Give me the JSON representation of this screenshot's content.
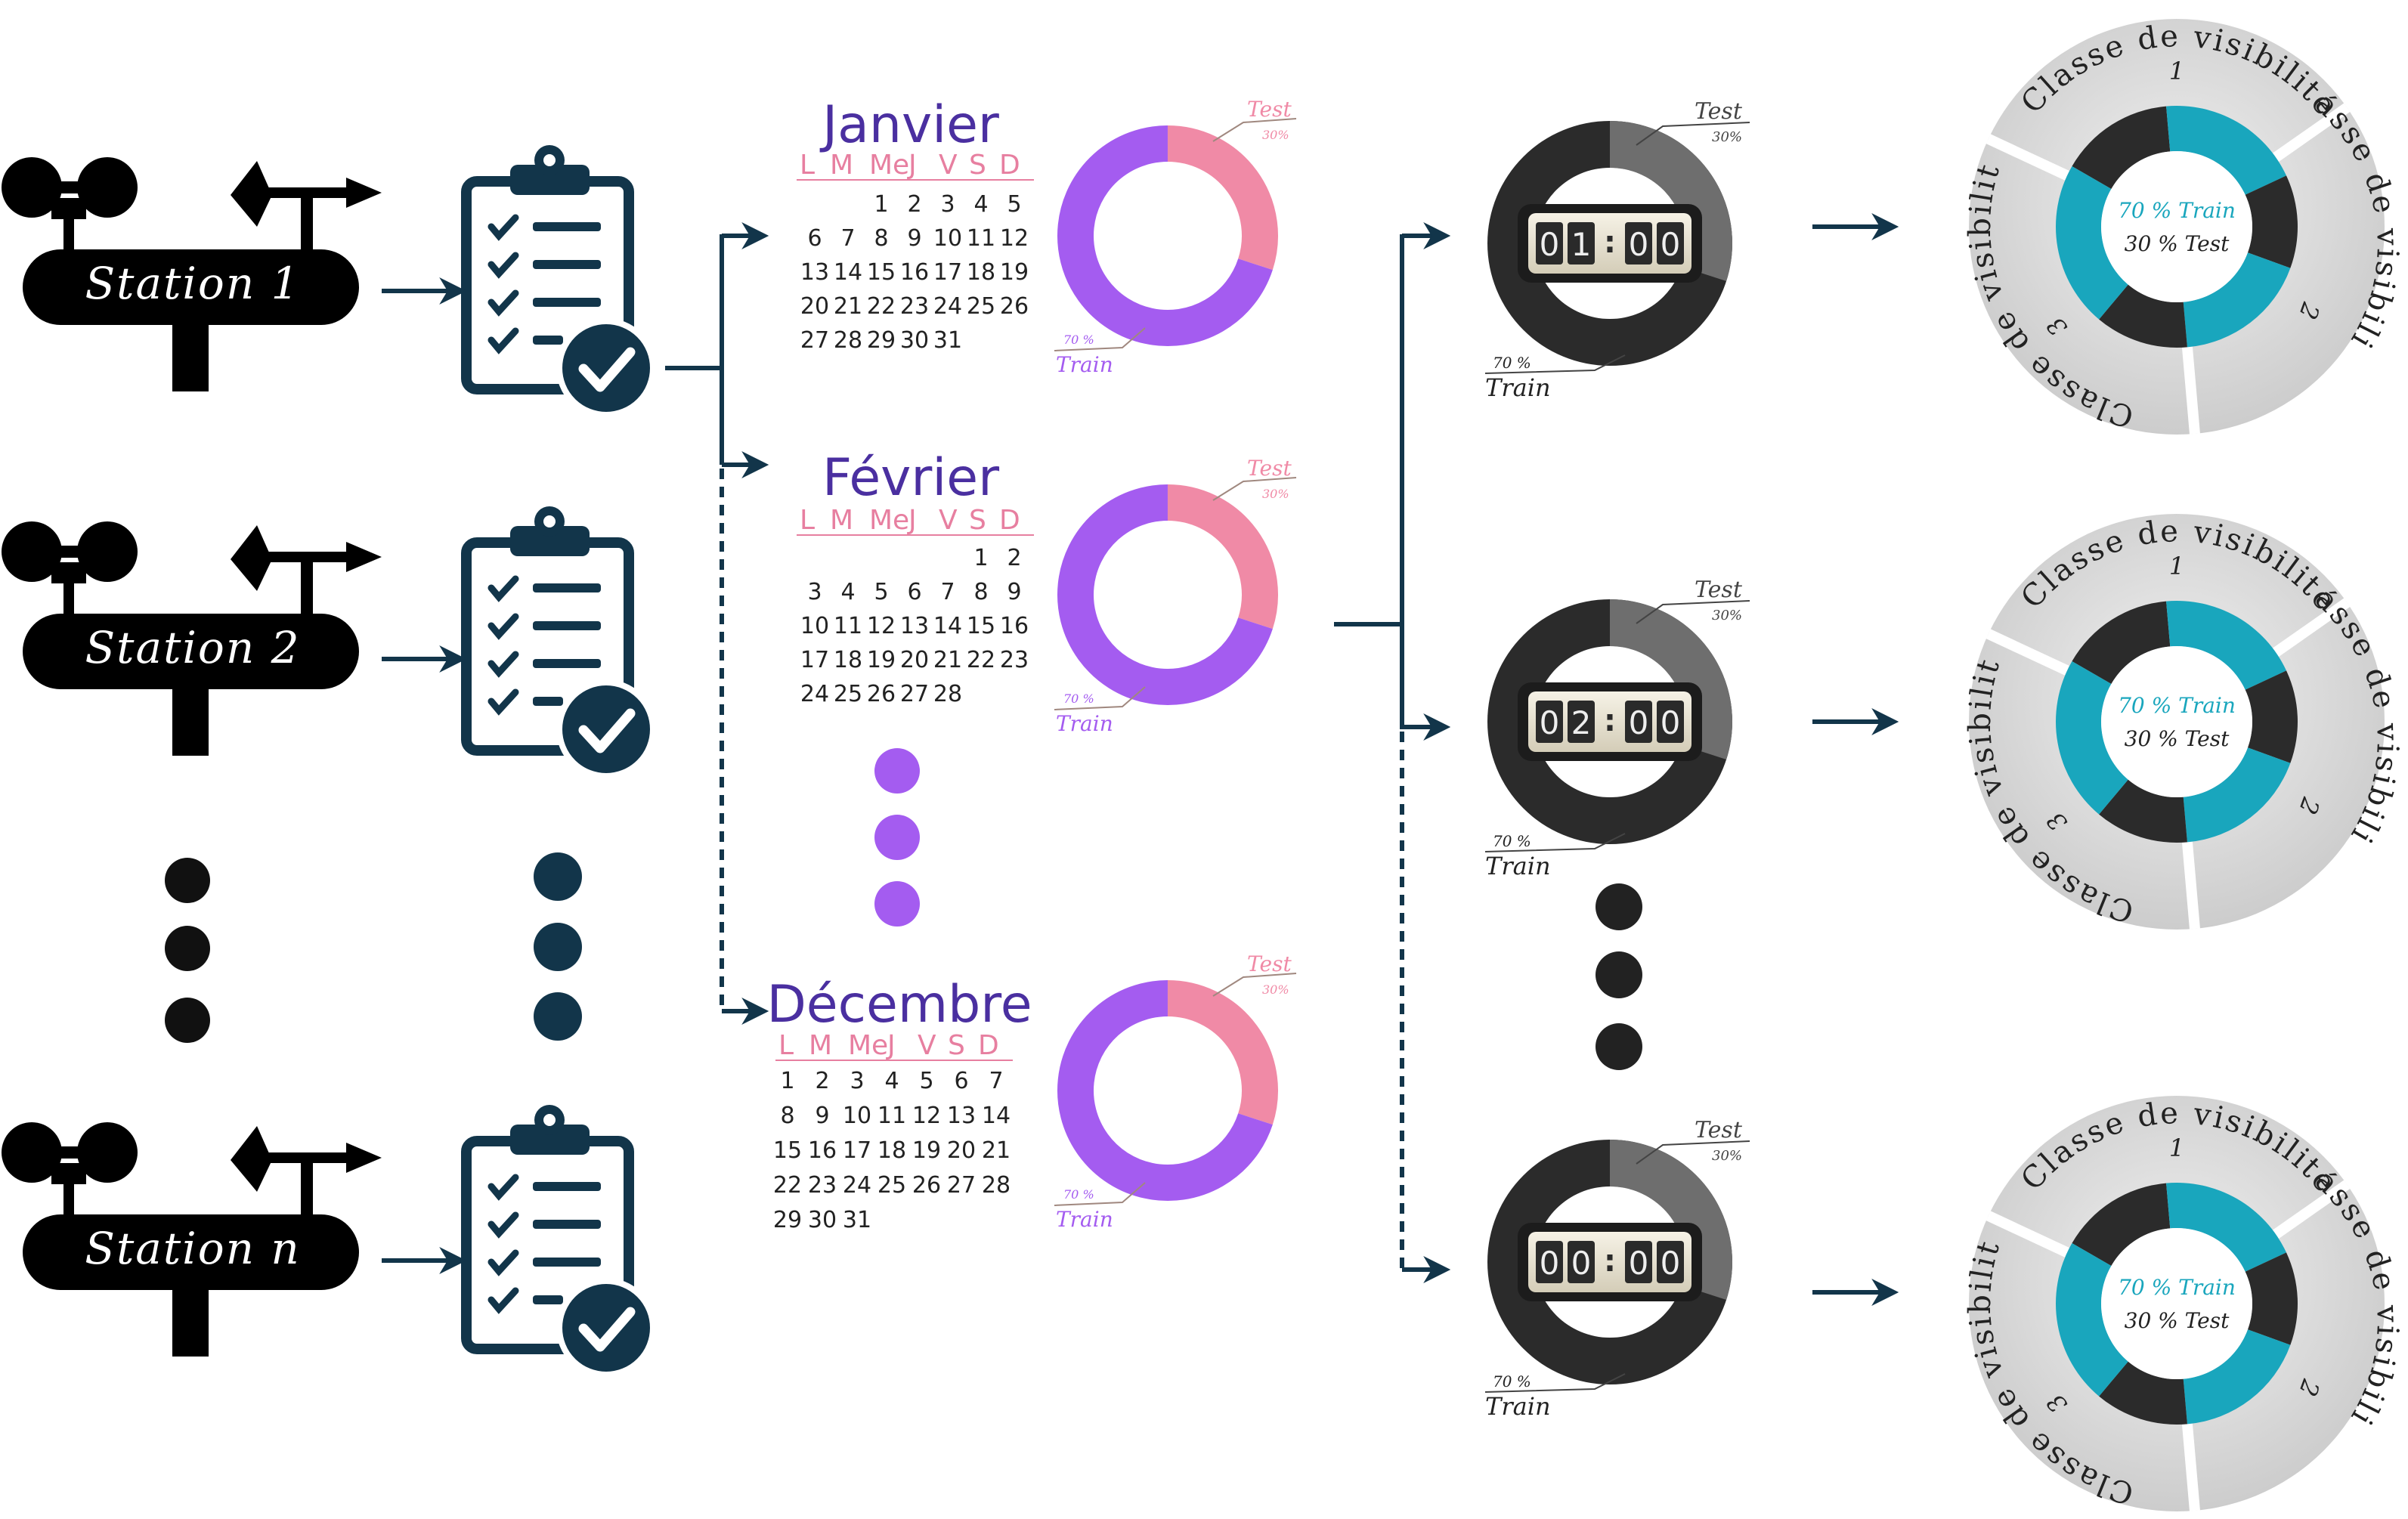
{
  "colors": {
    "navy": "#12354a",
    "purple": "#a45cf0",
    "pink": "#f08aa6",
    "month_title": "#4a2fa0",
    "weekday": "#e77fa0",
    "dark_ring": "#2b2b2b",
    "grey_ring": "#6e6e6e",
    "teal": "#19a6bd",
    "wheel_grey": "#d8d8d8"
  },
  "stations": [
    {
      "label": "Station 1"
    },
    {
      "label": "Station 2"
    },
    {
      "label": "Station n"
    }
  ],
  "weekdays": [
    "L",
    "M",
    "Me",
    "J",
    "V",
    "S",
    "D"
  ],
  "months": [
    {
      "name": "Janvier",
      "weeks": [
        [
          "",
          "",
          "1",
          "2",
          "3",
          "4",
          "5"
        ],
        [
          "6",
          "7",
          "8",
          "9",
          "10",
          "11",
          "12"
        ],
        [
          "13",
          "14",
          "15",
          "16",
          "17",
          "18",
          "19"
        ],
        [
          "20",
          "21",
          "22",
          "23",
          "24",
          "25",
          "26"
        ],
        [
          "27",
          "28",
          "29",
          "30",
          "31",
          "",
          ""
        ]
      ]
    },
    {
      "name": "Février",
      "weeks": [
        [
          "",
          "",
          "",
          "",
          "",
          "1",
          "2"
        ],
        [
          "3",
          "4",
          "5",
          "6",
          "7",
          "8",
          "9"
        ],
        [
          "10",
          "11",
          "12",
          "13",
          "14",
          "15",
          "16"
        ],
        [
          "17",
          "18",
          "19",
          "20",
          "21",
          "22",
          "23"
        ],
        [
          "24",
          "25",
          "26",
          "27",
          "28",
          "",
          ""
        ]
      ]
    },
    {
      "name": "Décembre",
      "weeks": [
        [
          "1",
          "2",
          "3",
          "4",
          "5",
          "6",
          "7"
        ],
        [
          "8",
          "9",
          "10",
          "11",
          "12",
          "13",
          "14"
        ],
        [
          "15",
          "16",
          "17",
          "18",
          "19",
          "20",
          "21"
        ],
        [
          "22",
          "23",
          "24",
          "25",
          "26",
          "27",
          "28"
        ],
        [
          "29",
          "30",
          "31",
          "",
          "",
          "",
          ""
        ]
      ]
    }
  ],
  "split": {
    "train_pct": "70 %",
    "train_label": "Train",
    "test_pct": "30%",
    "test_label": "Test",
    "train_fraction": 0.7,
    "test_fraction": 0.3
  },
  "clocks": [
    {
      "digits": [
        "0",
        "1",
        "0",
        "0"
      ]
    },
    {
      "digits": [
        "0",
        "2",
        "0",
        "0"
      ]
    },
    {
      "digits": [
        "0",
        "0",
        "0",
        "0"
      ]
    }
  ],
  "wheel": {
    "class1": "Classe de visibilité",
    "class1_num": "1",
    "class2": "Classe de visibilité",
    "class2_num": "2",
    "class3": "Classe de visibilité",
    "class3_num": "3",
    "center_train": "70 % Train",
    "center_test": "30 % Test"
  }
}
